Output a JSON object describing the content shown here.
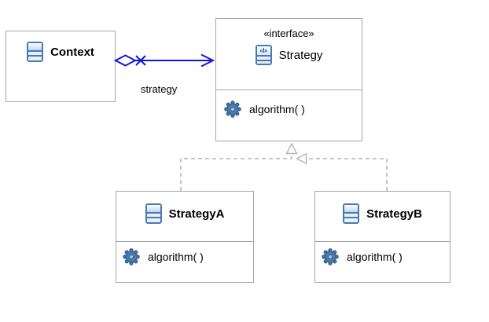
{
  "colors": {
    "background": "#ffffff",
    "box_border": "#a5a5a5",
    "association_blue": "#1414dd",
    "realization_gray": "#b5b5b5",
    "icon_blue": "#4a79b2",
    "gear_blue": "#4d7ba8",
    "text": "#000000"
  },
  "boxes": {
    "context": {
      "title": "Context"
    },
    "strategy": {
      "stereotype": "«interface»",
      "title": "Strategy",
      "method": "algorithm( )"
    },
    "strategyA": {
      "title": "StrategyA",
      "method": "algorithm( )"
    },
    "strategyB": {
      "title": "StrategyB",
      "method": "algorithm( )"
    }
  },
  "icons": {
    "class": "class-icon",
    "interface": "interface-icon",
    "interface_glyph": "«I»",
    "operation": "gear-icon"
  },
  "labels": {
    "association_role": "strategy"
  }
}
